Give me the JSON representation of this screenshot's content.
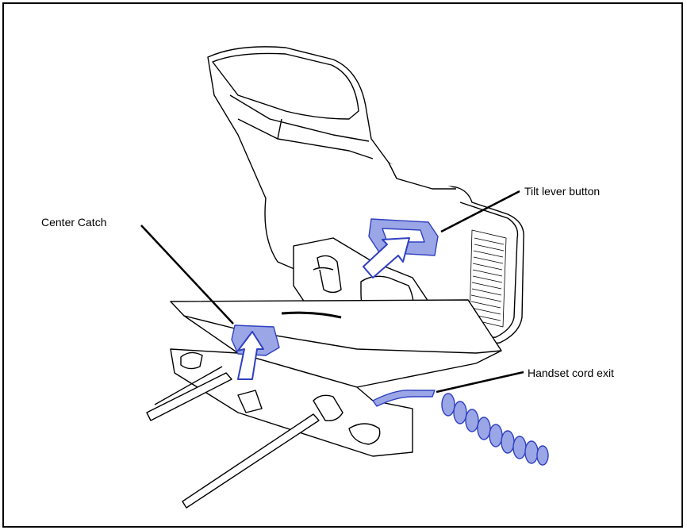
{
  "callouts": {
    "center_catch": "Center Catch",
    "tilt_lever_button": "Tilt lever button",
    "handset_cord_exit": "Handset cord exit"
  },
  "colors": {
    "highlight_fill": "#9aa6e6",
    "highlight_stroke": "#3040c0",
    "line": "#000000",
    "background": "#ffffff"
  },
  "icons": [
    "up-arrow-icon"
  ]
}
